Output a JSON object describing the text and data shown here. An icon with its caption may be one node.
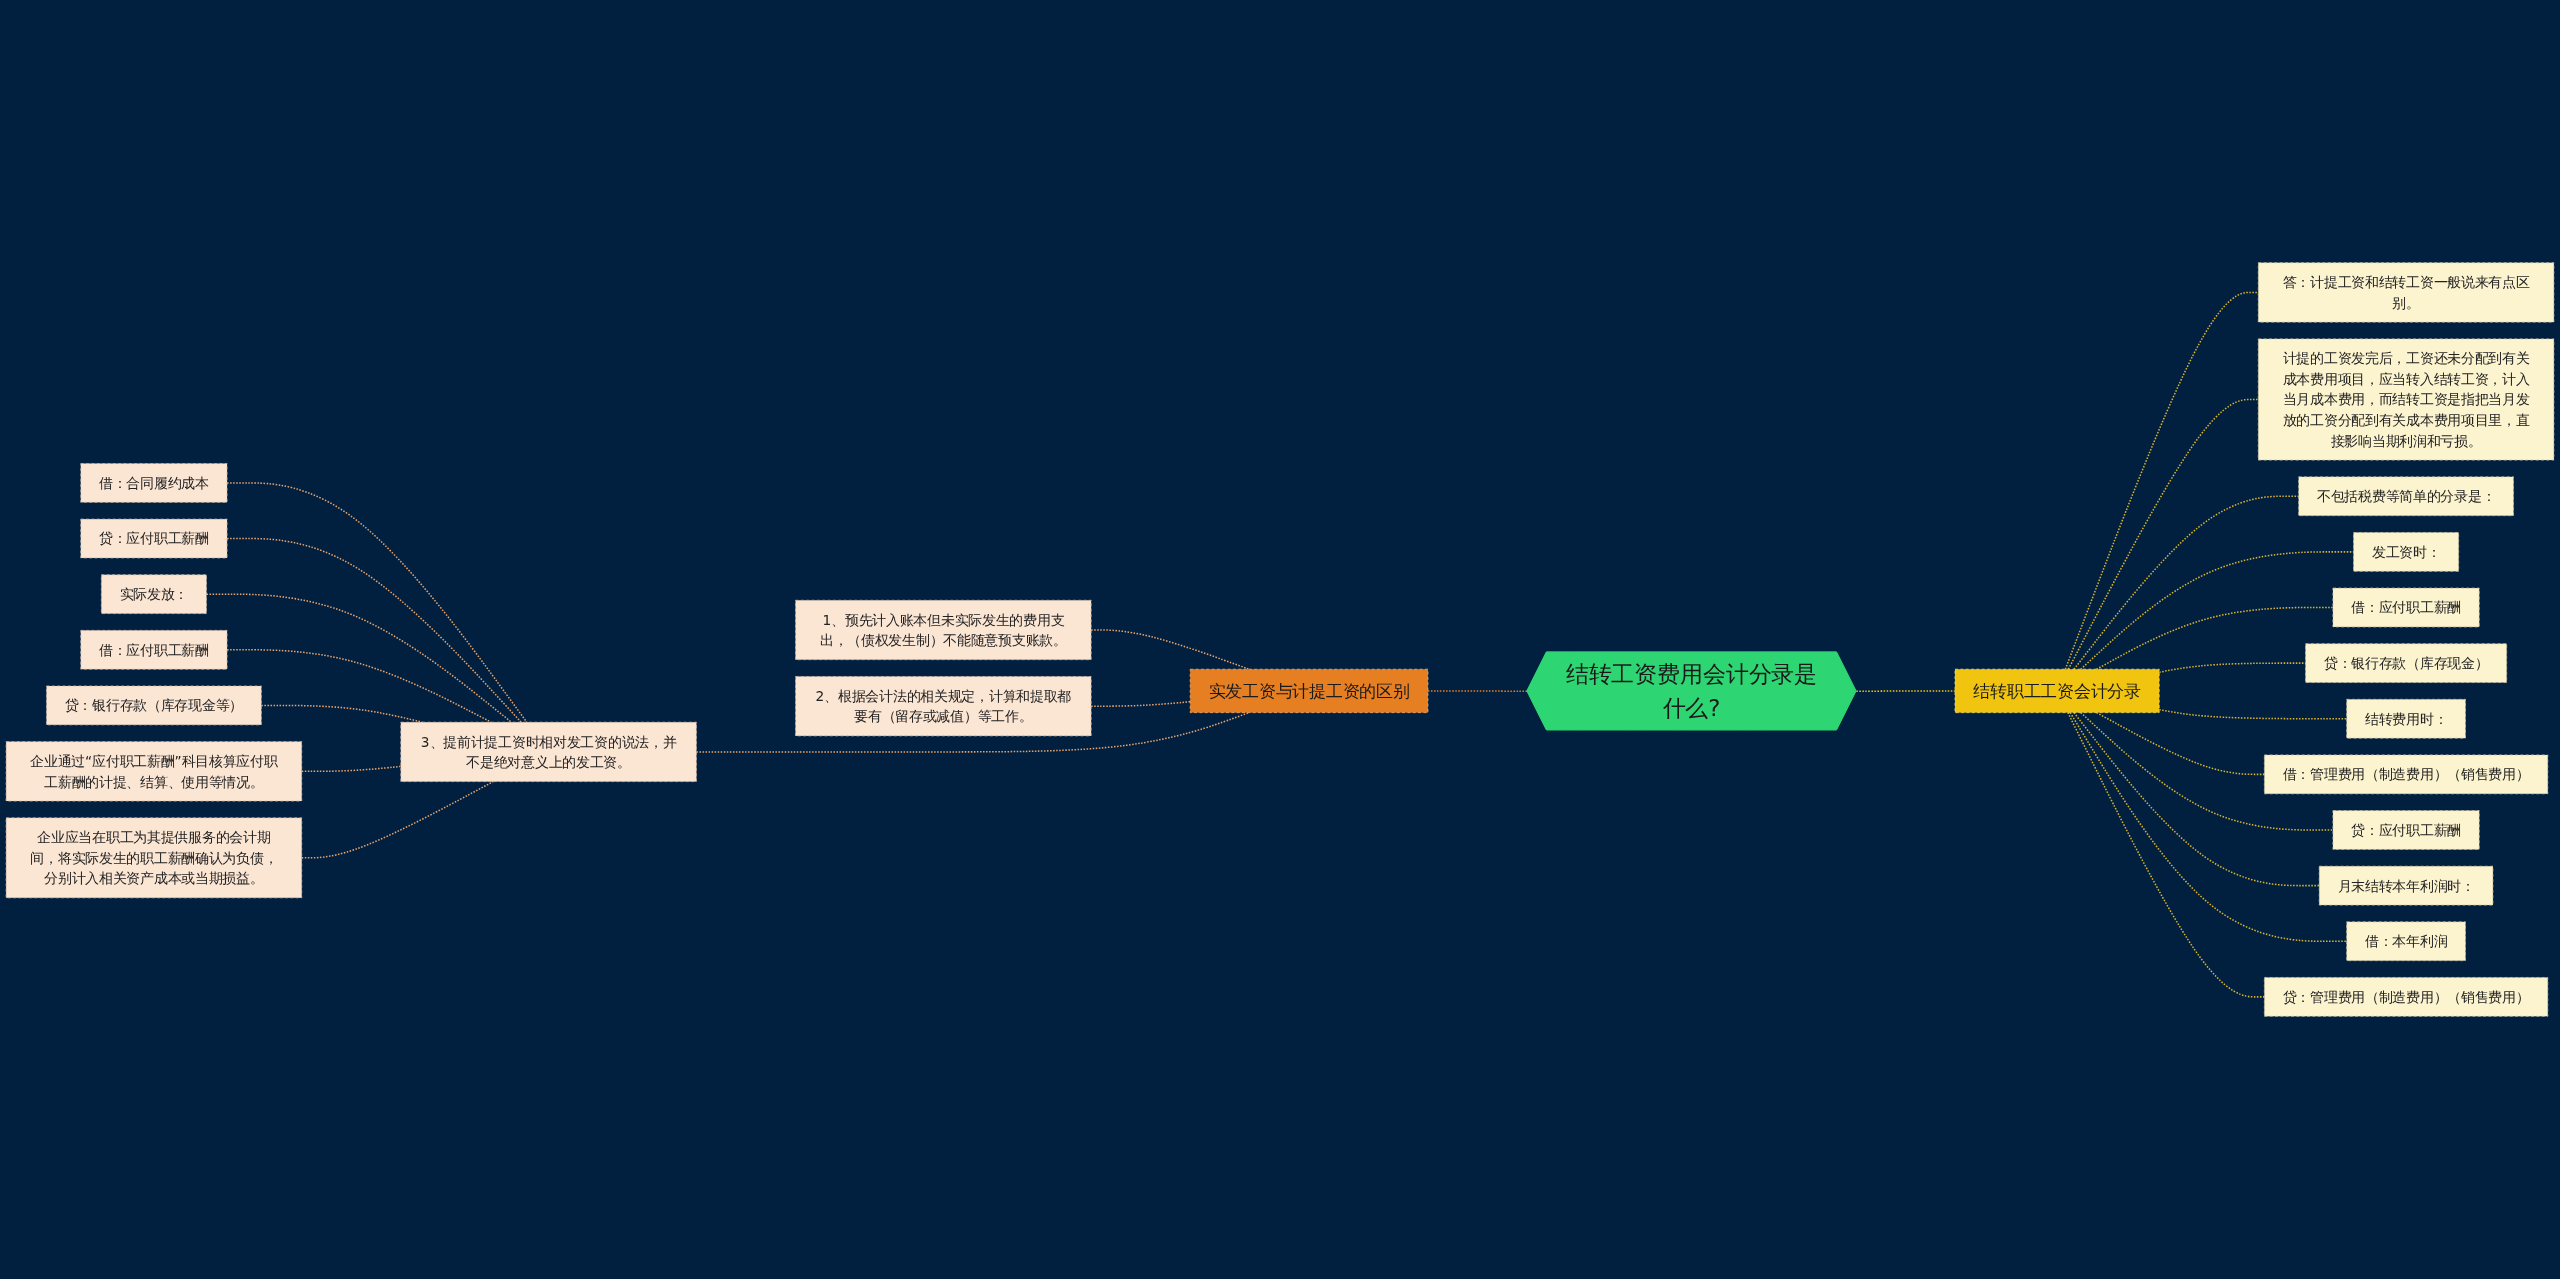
{
  "diagram": {
    "nodes": [
      {
        "text": [
          "结转工资费用会计分录是什么?"
        ]
      },
      {
        "text": [
          "实发工资与计提工资的区别"
        ]
      },
      {
        "text": [
          "1、预先计入账本但未实际发生的费用支出，（债权发生制）不能随意预支账款。"
        ]
      },
      {
        "text": [
          "2、根据会计法的相关规定，计算和提取都要有（留存或减值）等工作。"
        ]
      },
      {
        "text": [
          "3、提前计提工资时相对发工资的说法，并不是绝对意义上的发工资。"
        ]
      },
      {
        "text": [
          "借：合同履约成本"
        ]
      },
      {
        "text": [
          "贷：应付职工薪酬"
        ]
      },
      {
        "text": [
          "实际发放："
        ]
      },
      {
        "text": [
          "借：应付职工薪酬"
        ]
      },
      {
        "text": [
          "贷：银行存款（库存现金等）"
        ]
      },
      {
        "text": [
          "企业通过“应付职工薪酬”科目核算应付职工薪酬的计提、结算、使用等情况。"
        ]
      },
      {
        "text": [
          "企业应当在职工为其提供服务的会计期间，将实际发生的职工薪酬确认为负债，分别计入相关资产成本或当期损益。"
        ]
      },
      {
        "text": [
          "结转职工工资会计分录"
        ]
      },
      {
        "text": [
          "答：计提工资和结转工资一般说来有点区别。"
        ]
      },
      {
        "text": [
          "计提的工资发完后，工资还未分配到有关成本费用项目，应当转入结转工资，计入当月成本费用，而结转工资是指把当月发放的工资分配到有关成本费用项目里，直接影响当期利润和亏损。"
        ]
      },
      {
        "text": [
          "不包括税费等简单的分录是："
        ]
      },
      {
        "text": [
          "发工资时："
        ]
      },
      {
        "text": [
          "借：应付职工薪酬"
        ]
      },
      {
        "text": [
          "贷：银行存款（库存现金）"
        ]
      },
      {
        "text": [
          "结转费用时："
        ]
      },
      {
        "text": [
          "借：管理费用（制造费用）（销售费用）"
        ]
      },
      {
        "text": [
          "贷：应付职工薪酬"
        ]
      },
      {
        "text": [
          "月末结转本年利润时："
        ]
      },
      {
        "text": [
          "借：本年利润"
        ]
      },
      {
        "text": [
          "贷：管理费用（制造费用）（销售费用）"
        ]
      }
    ],
    "edges": [
      {
        "from": 1,
        "to": 0,
        "arrow": "none",
        "style": "dashed",
        "color": "#e67e22"
      },
      {
        "from": 2,
        "to": 1,
        "arrow": "none",
        "style": "dashed",
        "color": "#e8a36b"
      },
      {
        "from": 3,
        "to": 1,
        "arrow": "none",
        "style": "dashed",
        "color": "#e8a36b"
      },
      {
        "from": 4,
        "to": 1,
        "arrow": "none",
        "style": "dashed",
        "color": "#e8a36b"
      },
      {
        "from": 5,
        "to": 4,
        "arrow": "none",
        "style": "dashed",
        "color": "#e8a36b"
      },
      {
        "from": 6,
        "to": 4,
        "arrow": "none",
        "style": "dashed",
        "color": "#e8a36b"
      },
      {
        "from": 7,
        "to": 4,
        "arrow": "none",
        "style": "dashed",
        "color": "#e8a36b"
      },
      {
        "from": 8,
        "to": 4,
        "arrow": "none",
        "style": "dashed",
        "color": "#e8a36b"
      },
      {
        "from": 9,
        "to": 4,
        "arrow": "none",
        "style": "dashed",
        "color": "#e8a36b"
      },
      {
        "from": 10,
        "to": 4,
        "arrow": "none",
        "style": "dashed",
        "color": "#e8a36b"
      },
      {
        "from": 11,
        "to": 4,
        "arrow": "none",
        "style": "dashed",
        "color": "#e8a36b"
      },
      {
        "from": 0,
        "to": 12,
        "arrow": "none",
        "style": "dashed",
        "color": "#f1c40f"
      },
      {
        "from": 12,
        "to": 13,
        "arrow": "none",
        "style": "dashed",
        "color": "#d9b230"
      },
      {
        "from": 12,
        "to": 14,
        "arrow": "none",
        "style": "dashed",
        "color": "#d9b230"
      },
      {
        "from": 12,
        "to": 15,
        "arrow": "none",
        "style": "dashed",
        "color": "#d9b230"
      },
      {
        "from": 12,
        "to": 16,
        "arrow": "none",
        "style": "dashed",
        "color": "#d9b230"
      },
      {
        "from": 12,
        "to": 17,
        "arrow": "none",
        "style": "dashed",
        "color": "#d9b230"
      },
      {
        "from": 12,
        "to": 18,
        "arrow": "none",
        "style": "dashed",
        "color": "#d9b230"
      },
      {
        "from": 12,
        "to": 19,
        "arrow": "none",
        "style": "dashed",
        "color": "#d9b230"
      },
      {
        "from": 12,
        "to": 20,
        "arrow": "none",
        "style": "dashed",
        "color": "#d9b230"
      },
      {
        "from": 12,
        "to": 21,
        "arrow": "none",
        "style": "dashed",
        "color": "#d9b230"
      },
      {
        "from": 12,
        "to": 22,
        "arrow": "none",
        "style": "dashed",
        "color": "#d9b230"
      },
      {
        "from": 12,
        "to": 23,
        "arrow": "none",
        "style": "dashed",
        "color": "#d9b230"
      },
      {
        "from": 12,
        "to": 24,
        "arrow": "none",
        "style": "dashed",
        "color": "#d9b230"
      }
    ]
  }
}
